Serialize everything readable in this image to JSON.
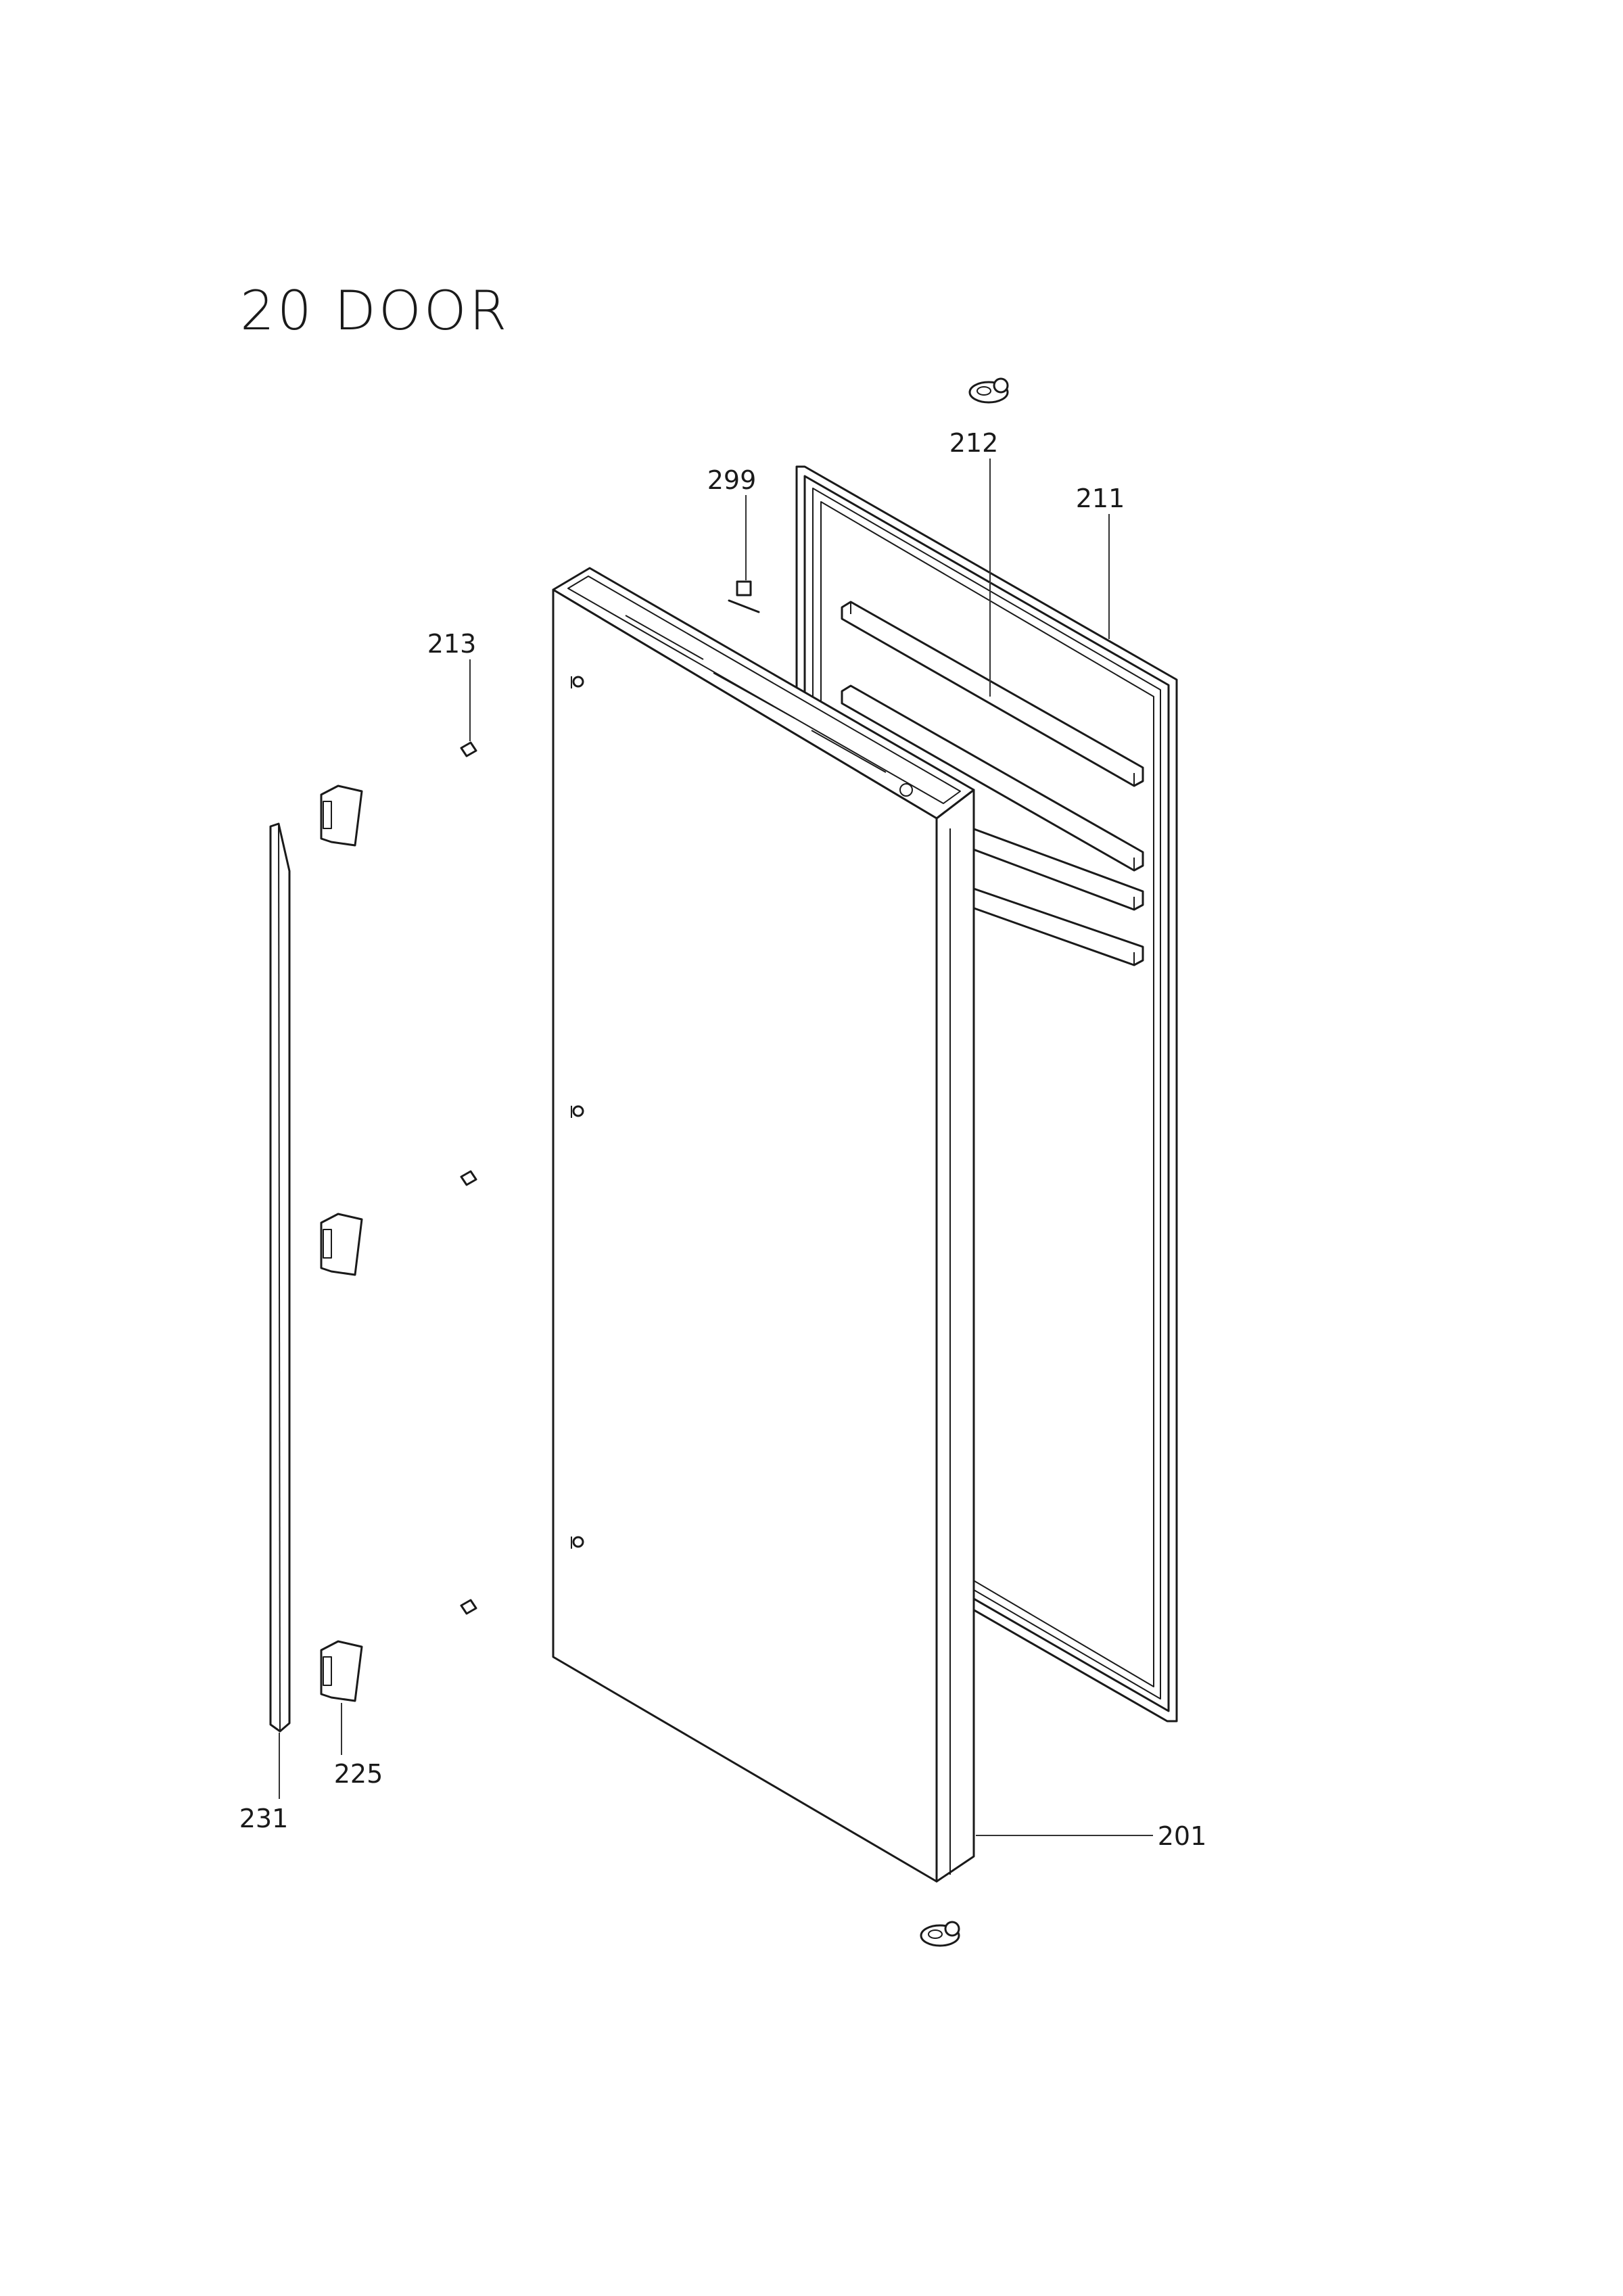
{
  "title": "20 DOOR",
  "parts": [
    {
      "number": "299",
      "name": "label"
    },
    {
      "number": "212",
      "name": "gasket-rail"
    },
    {
      "number": "211",
      "name": "door-gasket-frame"
    },
    {
      "number": "213",
      "name": "screw"
    },
    {
      "number": "225",
      "name": "hinge-block"
    },
    {
      "number": "231",
      "name": "side-trim-strip"
    },
    {
      "number": "201",
      "name": "door-panel"
    }
  ]
}
